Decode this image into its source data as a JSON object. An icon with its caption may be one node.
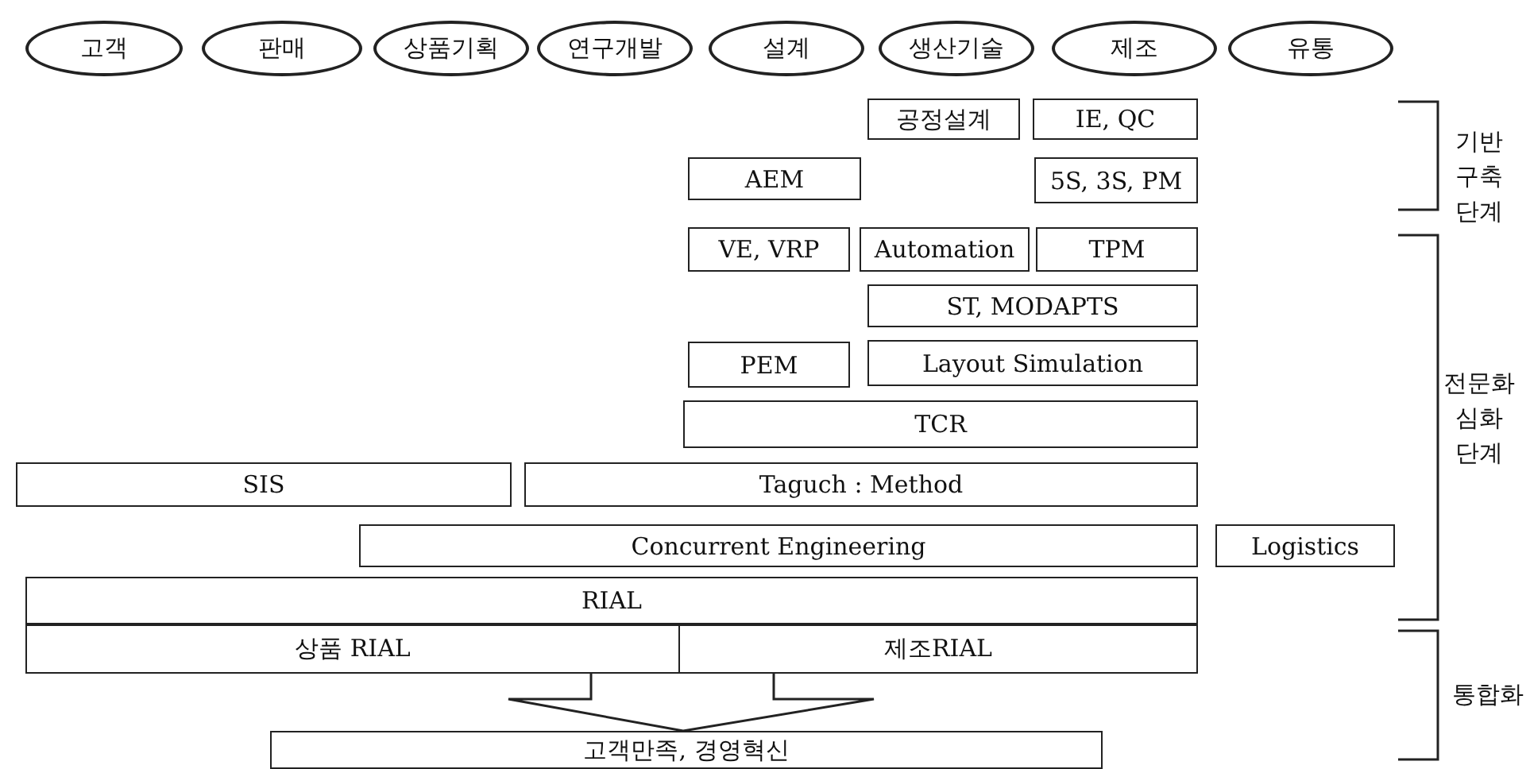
{
  "diagram": {
    "nodes": [
      {
        "text": [
          "고객"
        ]
      },
      {
        "text": [
          "판매"
        ]
      },
      {
        "text": [
          "상품기획"
        ]
      },
      {
        "text": [
          "연구개발"
        ]
      },
      {
        "text": [
          "설계"
        ]
      },
      {
        "text": [
          "생산기술"
        ]
      },
      {
        "text": [
          "제조"
        ]
      },
      {
        "text": [
          "유통"
        ]
      },
      {
        "text": [
          "공정설계"
        ]
      },
      {
        "text": [
          "IE, QC"
        ]
      },
      {
        "text": [
          "AEM"
        ]
      },
      {
        "text": [
          "5S, 3S, PM"
        ]
      },
      {
        "text": [
          "VE, VRP"
        ]
      },
      {
        "text": [
          "Automation"
        ]
      },
      {
        "text": [
          "TPM"
        ]
      },
      {
        "text": [
          "ST, MODAPTS"
        ]
      },
      {
        "text": [
          "PEM"
        ]
      },
      {
        "text": [
          "Layout Simulation"
        ]
      },
      {
        "text": [
          "TCR"
        ]
      },
      {
        "text": [
          "SIS"
        ]
      },
      {
        "text": [
          "Taguch : Method"
        ]
      },
      {
        "text": [
          "Concurrent Engineering"
        ]
      },
      {
        "text": [
          "Logistics"
        ]
      },
      {
        "text": [
          "RIAL"
        ]
      },
      {
        "text": [
          "상품 RIAL"
        ]
      },
      {
        "text": [
          "제조RIAL"
        ]
      },
      {
        "text": [
          "고객만족, 경영혁신"
        ]
      }
    ],
    "edges": [
      {
        "from": 24,
        "to": 26,
        "arrow": "to"
      },
      {
        "from": 25,
        "to": 26,
        "arrow": "to"
      }
    ],
    "labels": [
      "기반 구축 단계",
      "전문화 심화 단계",
      "통합화"
    ]
  }
}
